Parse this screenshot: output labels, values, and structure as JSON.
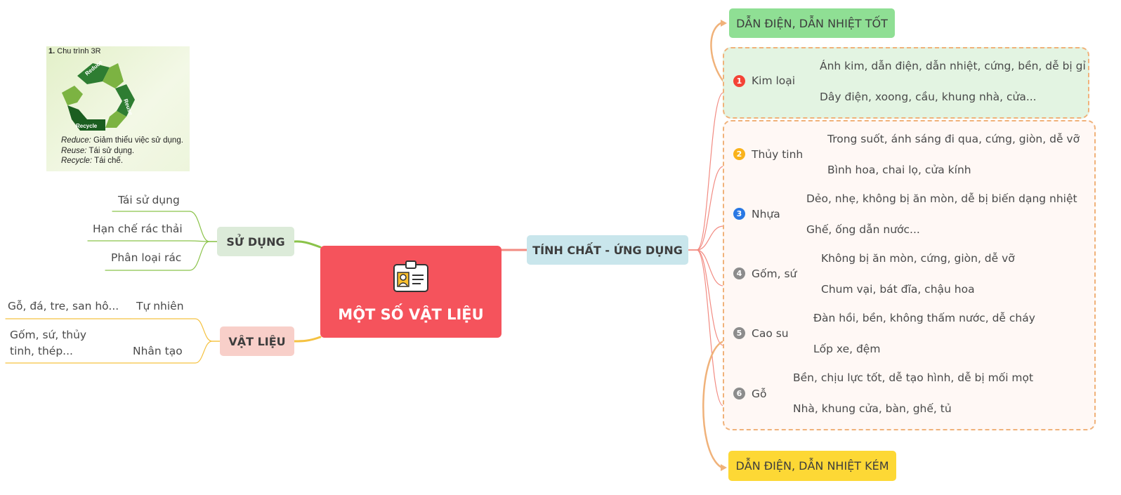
{
  "central": {
    "title": "MỘT SỐ VẬT LIỆU",
    "icon": "id-card-icon",
    "color": "#f5535c"
  },
  "recycle_card": {
    "heading_num": "1.",
    "heading": "Chu trình 3R",
    "arrows": [
      "Reduce",
      "Reuse",
      "Recycle"
    ],
    "lines": [
      {
        "term": "Reduce:",
        "desc": "Giảm thiểu việc sử dụng."
      },
      {
        "term": "Reuse:",
        "desc": "Tái sử dụng."
      },
      {
        "term": "Recycle:",
        "desc": "Tái chế."
      }
    ]
  },
  "su_dung": {
    "label": "SỬ DỤNG",
    "color": "#dcebd9",
    "items": [
      "Tái sử dụng",
      "Hạn chế rác thải",
      "Phân loại rác"
    ]
  },
  "vat_lieu": {
    "label": "VẬT LIỆU",
    "color": "#f8cfc9",
    "branches": [
      {
        "label": "Tự nhiên",
        "example": "Gỗ, đá, tre, san hô..."
      },
      {
        "label": "Nhân tạo",
        "example_line1": "Gốm, sứ, thủy",
        "example_line2": "tinh, thép..."
      }
    ]
  },
  "tinh_chat": {
    "label": "TÍNH CHẤT - ỨNG DỤNG",
    "color": "#c9e6ec"
  },
  "boundary_good": {
    "label": "DẪN ĐIỆN, DẪN NHIỆT TỐT",
    "color": "#8fdf94"
  },
  "boundary_bad": {
    "label": "DẪN ĐIỆN, DẪN NHIỆT KÉM",
    "color": "#fdd835"
  },
  "materials": [
    {
      "num": "1",
      "name": "Kim loại",
      "badge_color": "#f44336",
      "property": "Ánh kim, dẫn điện, dẫn nhiệt, cứng, bền, dễ bị gỉ",
      "use": "Dây điện, xoong, cầu, khung nhà, cửa..."
    },
    {
      "num": "2",
      "name": "Thủy tinh",
      "badge_color": "#f9b21b",
      "property": "Trong suốt, ánh sáng đi qua, cứng, giòn, dễ vỡ",
      "use": "Bình hoa, chai lọ, cửa kính"
    },
    {
      "num": "3",
      "name": "Nhựa",
      "badge_color": "#2a78e4",
      "property": "Dẻo, nhẹ, không bị ăn mòn, dễ bị biến dạng nhiệt",
      "use": "Ghế, ống dẫn nước..."
    },
    {
      "num": "4",
      "name": "Gốm, sứ",
      "badge_color": "#8c8c8c",
      "property": "Không bị ăn mòn, cứng, giòn, dễ vỡ",
      "use": "Chum vại, bát đĩa, chậu hoa"
    },
    {
      "num": "5",
      "name": "Cao su",
      "badge_color": "#8c8c8c",
      "property": "Đàn hồi, bền, không thấm nước, dễ cháy",
      "use": "Lốp xe, đệm"
    },
    {
      "num": "6",
      "name": "Gỗ",
      "badge_color": "#8c8c8c",
      "property": "Bền, chịu lực tốt, dễ tạo hình, dễ bị mối mọt",
      "use": "Nhà, khung cửa, bàn, ghế, tủ"
    }
  ],
  "colors": {
    "line_red": "#f28b82",
    "line_green": "#8bc34a",
    "line_yellow": "#f5c242",
    "arrow": "#f0b27a"
  }
}
